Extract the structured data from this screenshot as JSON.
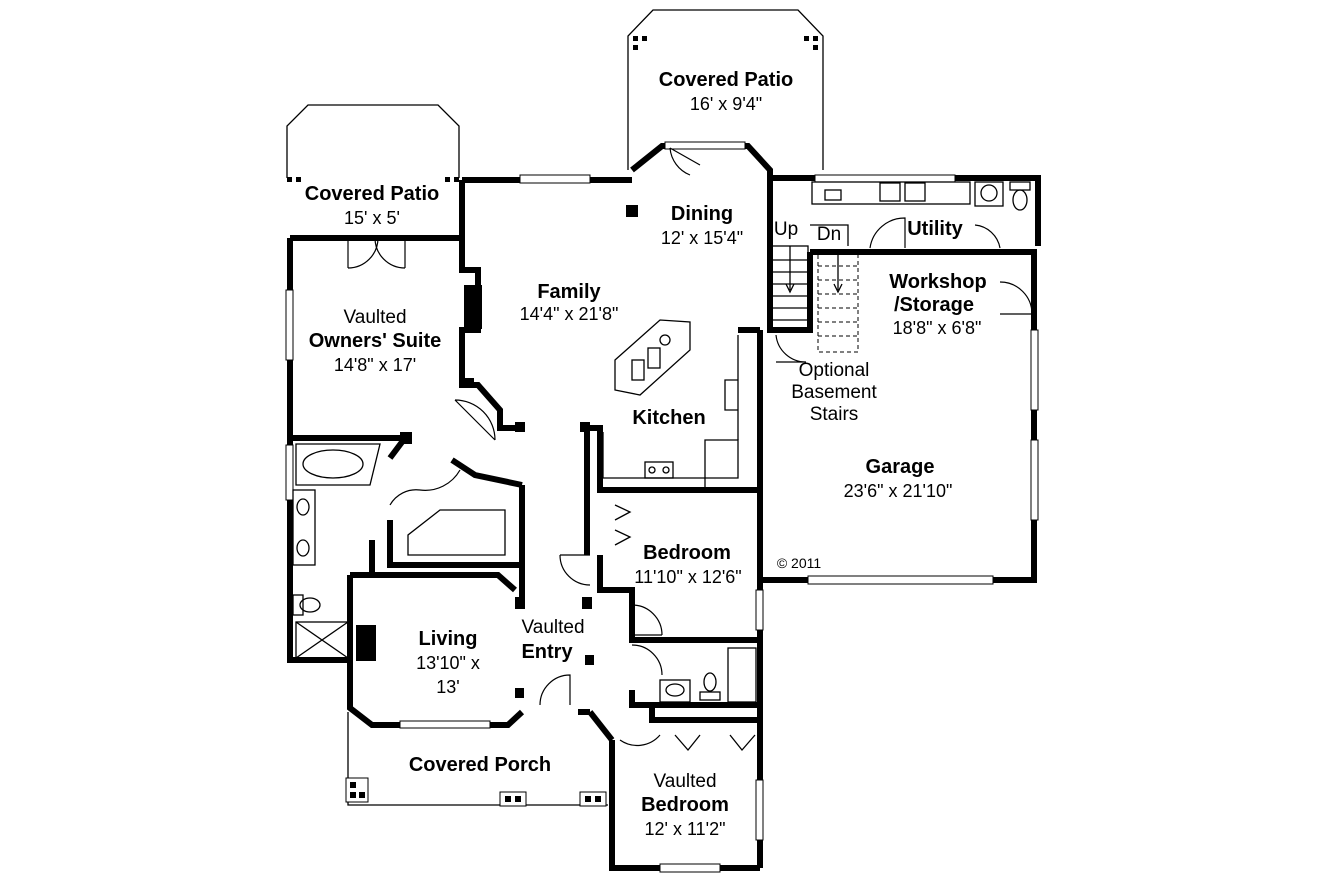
{
  "rooms": {
    "patio_center": {
      "name": "Covered Patio",
      "dims": "16' x 9'4\""
    },
    "patio_left": {
      "name": "Covered Patio",
      "dims": "15' x 5'"
    },
    "dining": {
      "name": "Dining",
      "dims": "12' x 15'4\""
    },
    "utility": {
      "name": "Utility"
    },
    "family": {
      "name": "Family",
      "dims": "14'4\" x 21'8\""
    },
    "owners": {
      "prefix": "Vaulted",
      "name": "Owners' Suite",
      "dims": "14'8\" x 17'"
    },
    "workshop": {
      "line1": "Workshop",
      "line2": "/Storage",
      "dims": "18'8\" x 6'8\""
    },
    "kitchen": {
      "name": "Kitchen"
    },
    "garage": {
      "name": "Garage",
      "dims": "23'6\" x 21'10\""
    },
    "bedroom": {
      "name": "Bedroom",
      "dims": "11'10\" x 12'6\""
    },
    "living": {
      "name": "Living",
      "dims_line1": "13'10\" x",
      "dims_line2": "13'"
    },
    "entry": {
      "prefix": "Vaulted",
      "name": "Entry"
    },
    "porch": {
      "name": "Covered Porch"
    },
    "bedroom2": {
      "prefix": "Vaulted",
      "name": "Bedroom",
      "dims": "12' x 11'2\""
    }
  },
  "labels": {
    "stairs_up": "Up",
    "stairs_down": "Dn",
    "basement_line1": "Optional",
    "basement_line2": "Basement",
    "basement_line3": "Stairs",
    "copyright": "© 2011"
  }
}
